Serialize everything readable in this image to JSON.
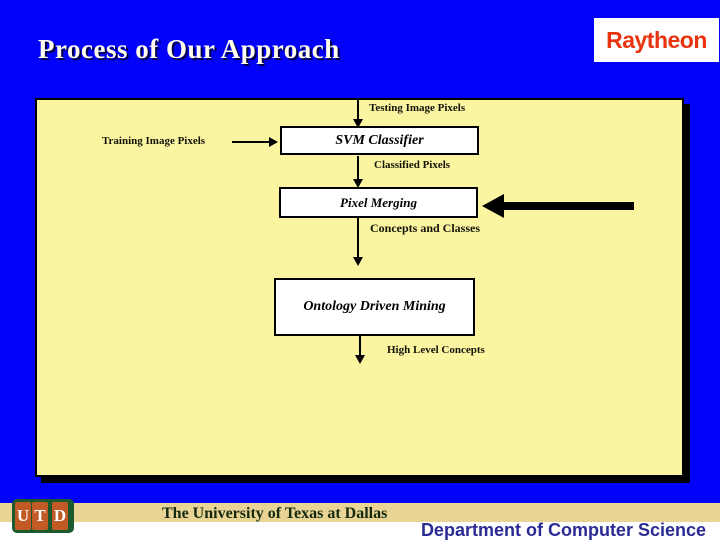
{
  "header": {
    "title": "Process of Our Approach",
    "brand_logo_text": "Raytheon"
  },
  "diagram": {
    "labels": {
      "testing": "Testing Image Pixels",
      "training": "Training Image Pixels",
      "classified": "Classified Pixels",
      "concepts": "Concepts and Classes",
      "high_level": "High Level Concepts"
    },
    "boxes": {
      "svm": "SVM Classifier",
      "pixel_merging": "Pixel Merging",
      "ontology": "Ontology Driven Mining"
    }
  },
  "footer": {
    "utd_letters": {
      "u": "U",
      "t": "T",
      "d": "D"
    },
    "university": "The University of Texas at Dallas",
    "department": "Department of Computer Science"
  },
  "colors": {
    "background_blue": "#0202fa",
    "panel_yellow": "#fbf5a1",
    "raytheon_red": "#e8330f",
    "tan_band": "#e8d494",
    "utd_green": "#1c5a2e",
    "utd_orange": "#c25a26",
    "department_blue": "#2b2b94"
  }
}
